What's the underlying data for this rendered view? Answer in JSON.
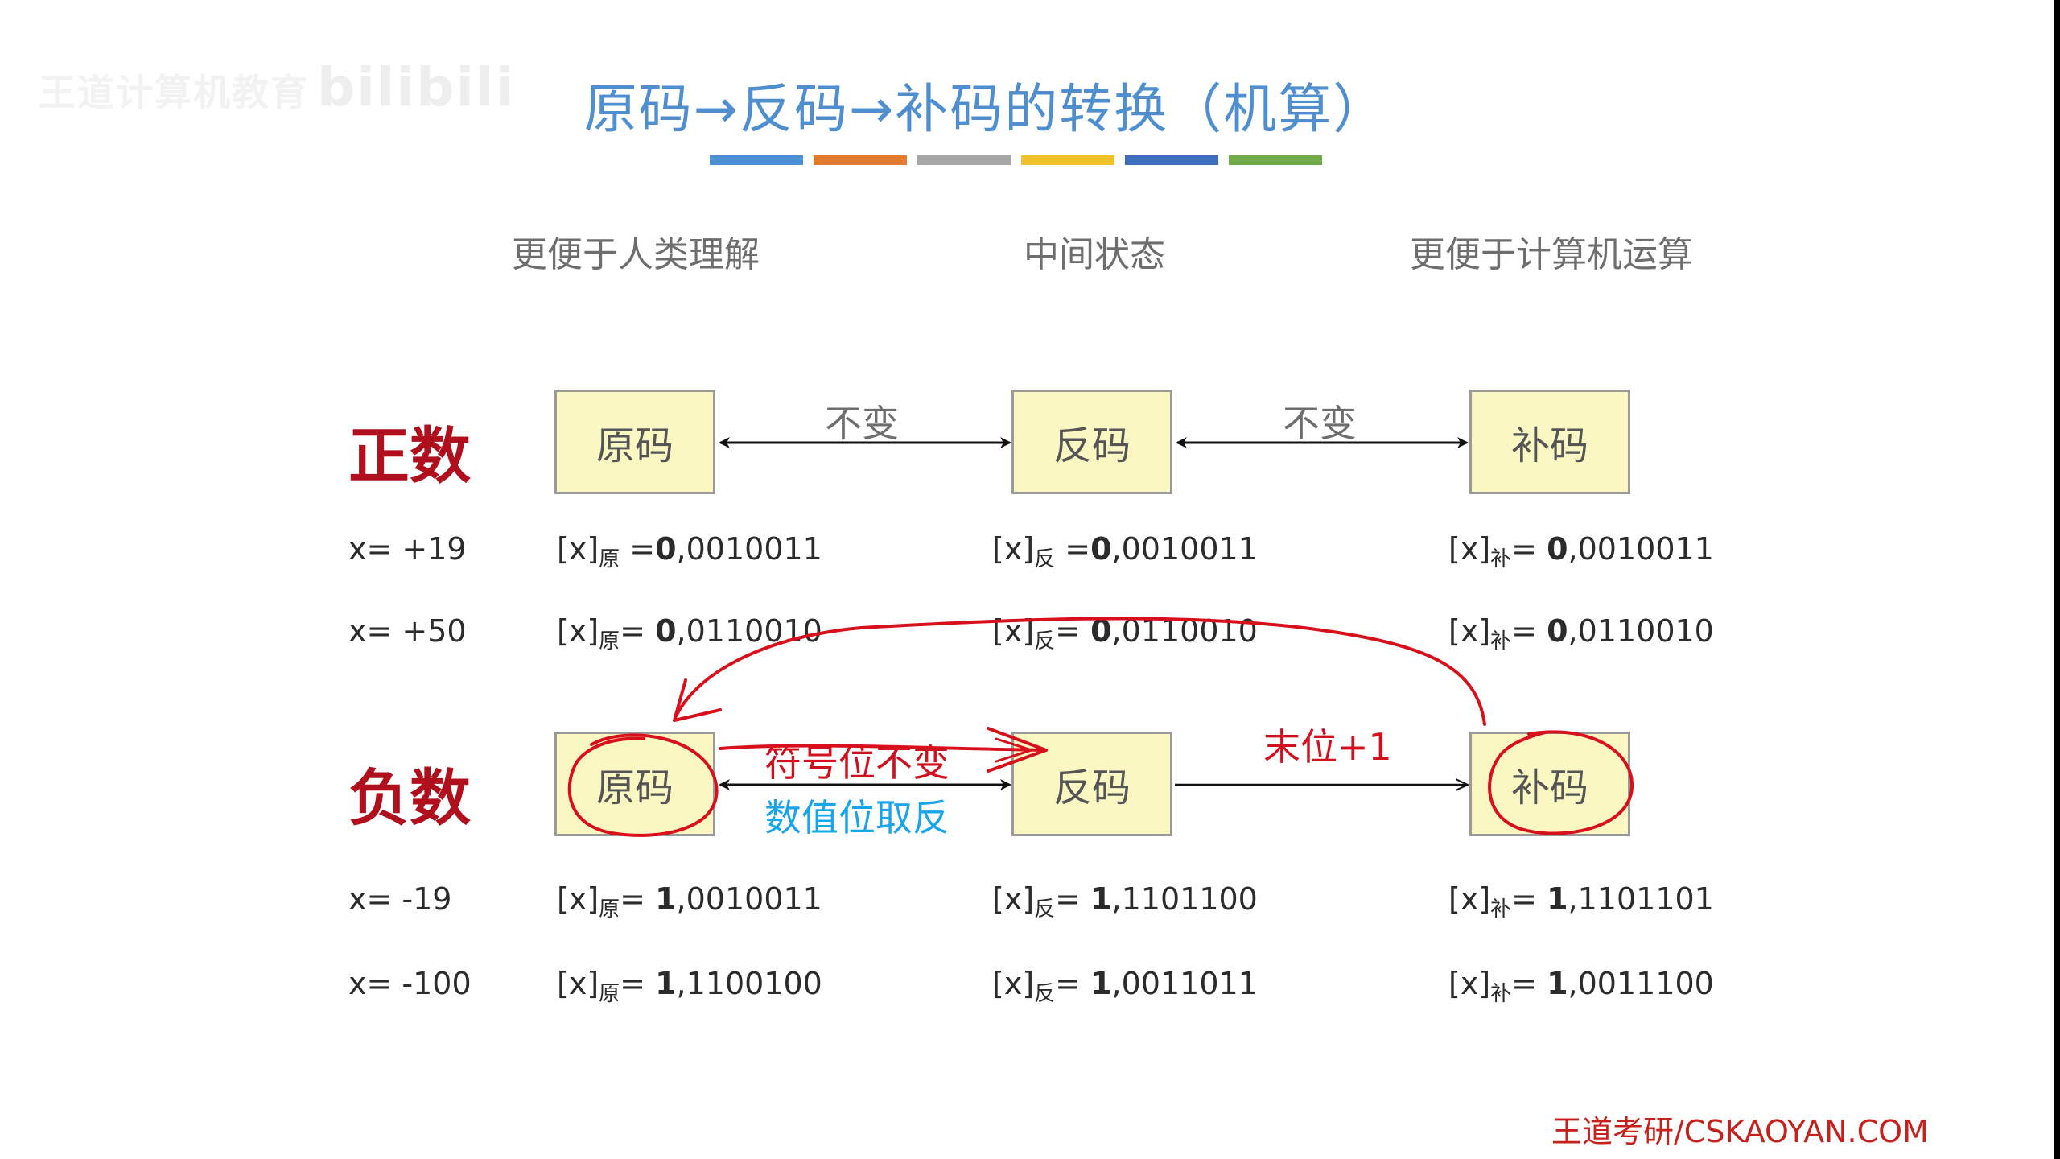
{
  "watermark": {
    "text": "王道计算机教育",
    "brand": "bilibili"
  },
  "title": "原码→反码→补码的转换（机算）",
  "color_bar": [
    "#4a8fd4",
    "#e47a2e",
    "#a6a6a6",
    "#f2c22d",
    "#3e6fbf",
    "#72ac4a"
  ],
  "columns": {
    "left": "更便于人类理解",
    "middle": "中间状态",
    "right": "更便于计算机运算"
  },
  "positive": {
    "label": "正数",
    "boxes": [
      "原码",
      "反码",
      "补码"
    ],
    "arrow_label_1": "不变",
    "arrow_label_2": "不变",
    "rows": [
      {
        "x": "x= +19",
        "orig_prefix": "[x]",
        "orig_sub": "原",
        "orig_eq": " =",
        "orig_sign": "0",
        "orig_bits": ",0010011",
        "inv_prefix": "[x]",
        "inv_sub": "反",
        "inv_eq": " =",
        "inv_sign": "0",
        "inv_bits": ",0010011",
        "comp_prefix": "[x]",
        "comp_sub": "补",
        "comp_eq": "= ",
        "comp_sign": "0",
        "comp_bits": ",0010011"
      },
      {
        "x": "x= +50",
        "orig_prefix": "[x]",
        "orig_sub": "原",
        "orig_eq": "= ",
        "orig_sign": "0",
        "orig_bits": ",0110010",
        "inv_prefix": "[x]",
        "inv_sub": "反",
        "inv_eq": "= ",
        "inv_sign": "0",
        "inv_bits": ",0110010",
        "comp_prefix": "[x]",
        "comp_sub": "补",
        "comp_eq": "= ",
        "comp_sign": "0",
        "comp_bits": ",0110010"
      }
    ]
  },
  "negative": {
    "label": "负数",
    "boxes": [
      "原码",
      "反码",
      "补码"
    ],
    "arrow_label_top": "符号位不变",
    "arrow_label_bottom": "数值位取反",
    "arrow_label_right": "末位+1",
    "rows": [
      {
        "x": "x= -19",
        "orig_prefix": "[x]",
        "orig_sub": "原",
        "orig_eq": "= ",
        "orig_sign": "1",
        "orig_bits": ",0010011",
        "inv_prefix": "[x]",
        "inv_sub": "反",
        "inv_eq": "= ",
        "inv_sign": "1",
        "inv_bits": ",1101100",
        "comp_prefix": "[x]",
        "comp_sub": "补",
        "comp_eq": "= ",
        "comp_sign": "1",
        "comp_bits": ",1101101"
      },
      {
        "x": "x= -100",
        "orig_prefix": "[x]",
        "orig_sub": "原",
        "orig_eq": "= ",
        "orig_sign": "1",
        "orig_bits": ",1100100",
        "inv_prefix": "[x]",
        "inv_sub": "反",
        "inv_eq": "= ",
        "inv_sign": "1",
        "inv_bits": ",0011011",
        "comp_prefix": "[x]",
        "comp_sub": "补",
        "comp_eq": "= ",
        "comp_sign": "1",
        "comp_bits": ",0011100"
      }
    ]
  },
  "footer": "王道考研/CSKAOYAN.COM",
  "colors": {
    "title": "#4f8ecf",
    "label": "#b0101e",
    "annotation": "#d0101e",
    "blue_annotation": "#1aa4ea"
  }
}
